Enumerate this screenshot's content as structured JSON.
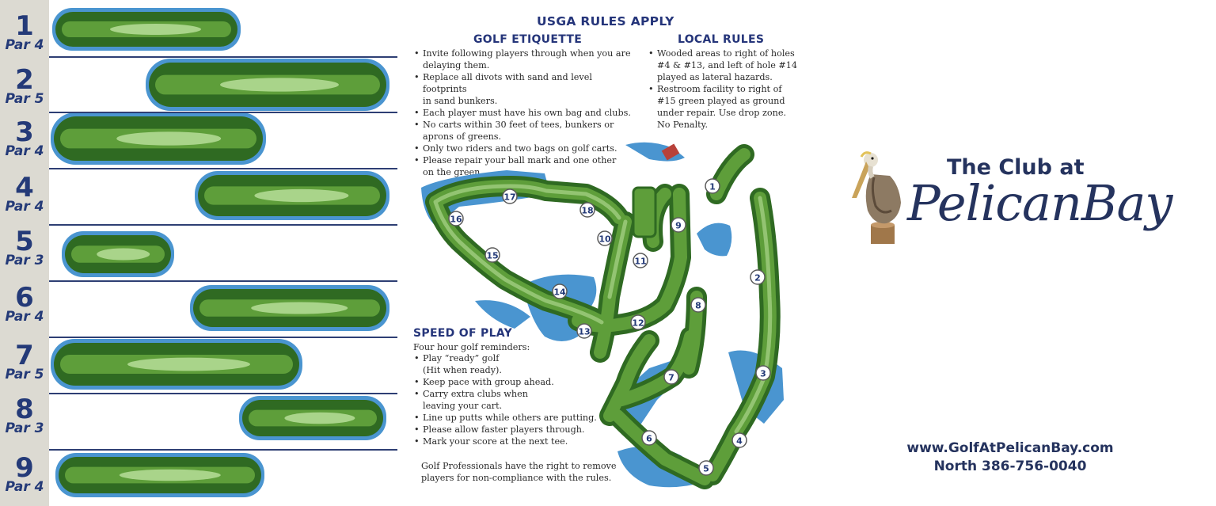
{
  "holes": [
    {
      "number": "1",
      "par": "Par 4"
    },
    {
      "number": "2",
      "par": "Par 5"
    },
    {
      "number": "3",
      "par": "Par 4"
    },
    {
      "number": "4",
      "par": "Par 4"
    },
    {
      "number": "5",
      "par": "Par 3"
    },
    {
      "number": "6",
      "par": "Par 4"
    },
    {
      "number": "7",
      "par": "Par 5"
    },
    {
      "number": "8",
      "par": "Par 3"
    },
    {
      "number": "9",
      "par": "Par 4"
    }
  ],
  "usga_heading": "USGA RULES APPLY",
  "etiquette": {
    "heading": "GOLF ETIQUETTE",
    "items": [
      [
        "Invite following players through when you are",
        "delaying them."
      ],
      [
        "Replace all divots with sand and level footprints",
        "in sand bunkers."
      ],
      [
        "Each player must have his own bag and clubs."
      ],
      [
        "No carts within 30 feet of tees, bunkers or",
        "aprons of greens."
      ],
      [
        "Only two riders and two bags on golf carts."
      ],
      [
        "Please repair your ball mark and one other",
        "on the green."
      ]
    ]
  },
  "local_rules": {
    "heading": "LOCAL RULES",
    "items": [
      [
        "Wooded areas to right of holes",
        "#4 & #13, and left of hole #14",
        "played as lateral hazards."
      ],
      [
        "Restroom facility to right of",
        "#15 green played as ground",
        "under repair. Use drop zone.",
        "No Penalty."
      ]
    ]
  },
  "speed_of_play": {
    "heading": "SPEED OF PLAY",
    "intro": "Four hour golf reminders:",
    "items": [
      [
        "Play “ready” golf",
        "(Hit when ready)."
      ],
      [
        "Keep pace with group ahead."
      ],
      [
        "Carry extra clubs when",
        "leaving your cart."
      ],
      [
        "Line up putts while others are putting."
      ],
      [
        "Please allow faster players through."
      ],
      [
        "Mark your score at the next tee."
      ]
    ],
    "footer": [
      "Golf Professionals have the right to remove",
      "players for non-compliance with the rules."
    ]
  },
  "course_markers": [
    "1",
    "2",
    "3",
    "4",
    "5",
    "6",
    "7",
    "8",
    "9",
    "10",
    "11",
    "12",
    "13",
    "14",
    "15",
    "16",
    "17",
    "18"
  ],
  "logo": {
    "line1": "The Club at",
    "line2": "PelicanBay"
  },
  "contact": {
    "website": "www.GolfAtPelicanBay.com",
    "phone": "North 386-756-0040"
  },
  "colors": {
    "water": "#4a95d0",
    "fairway": "#5e9e3a",
    "rough": "#2f6a22",
    "green": "#a9d48a",
    "navy": "#25357a",
    "strip": "#dcdad2"
  }
}
